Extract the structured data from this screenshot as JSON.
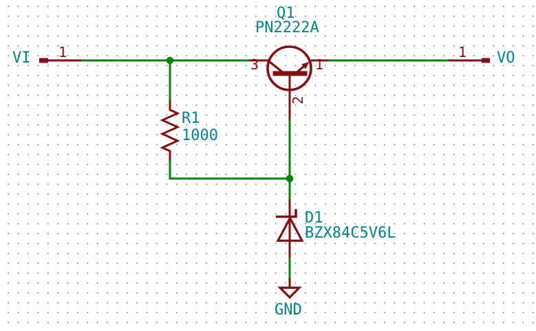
{
  "colors": {
    "background": "#FFFFFF",
    "grid_dot": "#848484",
    "wire": "#008400",
    "symbol": "#840D12",
    "field_text": "#008484",
    "pin_number": "#840D12"
  },
  "net_labels": {
    "vi": "VI",
    "vo": "VO",
    "gnd": "GND"
  },
  "ports": {
    "vi_pin_number": "1",
    "vo_pin_number": "1"
  },
  "components": {
    "q1": {
      "reference": "Q1",
      "value": "PN2222A",
      "pin_collector": "3",
      "pin_base": "2",
      "pin_emitter": "1"
    },
    "r1": {
      "reference": "R1",
      "value": "1000"
    },
    "d1": {
      "reference": "D1",
      "value": "BZX84C5V6L"
    }
  }
}
